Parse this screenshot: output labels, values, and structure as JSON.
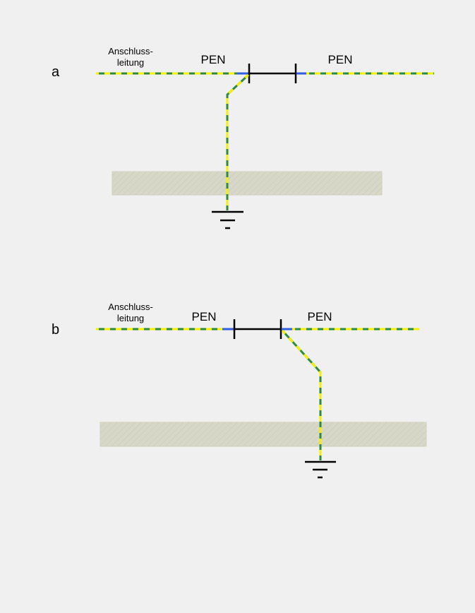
{
  "colors": {
    "background": "#f0f0f0",
    "conductor_green": "#2e8b3e",
    "conductor_yellow": "#f5f000",
    "pen_blue": "#2f5fe0",
    "separator": "#000000",
    "ground_symbol": "#000000",
    "soil_fill": "#d8d8c8"
  },
  "panels": [
    {
      "id": "a",
      "label": "a",
      "connection_line_label": [
        "Anschluss-",
        "leitung"
      ],
      "pen_left": "PEN",
      "pen_right": "PEN",
      "earth_tap_side": "left"
    },
    {
      "id": "b",
      "label": "b",
      "connection_line_label": [
        "Anschluss-",
        "leitung"
      ],
      "pen_left": "PEN",
      "pen_right": "PEN",
      "earth_tap_side": "right"
    }
  ]
}
